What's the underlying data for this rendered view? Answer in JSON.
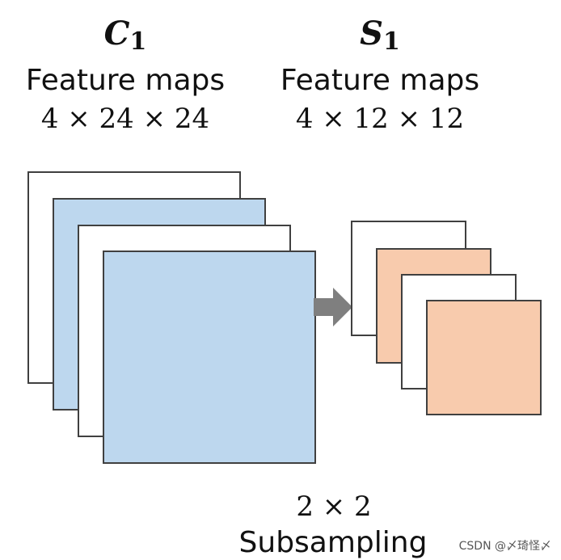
{
  "c1": {
    "symbol": "C",
    "subscript": "1",
    "label": "Feature maps",
    "dims": "4 × 24 × 24"
  },
  "s1": {
    "symbol": "S",
    "subscript": "1",
    "label": "Feature maps",
    "dims": "4 × 12 × 12"
  },
  "op": {
    "size": "2 × 2",
    "label": "Subsampling"
  },
  "watermark": "CSDN @〆琦怪〆",
  "colors": {
    "c1_fill": "#bdd7ee",
    "s1_fill": "#f8cbad",
    "white_fill": "#ffffff",
    "border": "#404040",
    "arrow": "#7f7f7f"
  }
}
